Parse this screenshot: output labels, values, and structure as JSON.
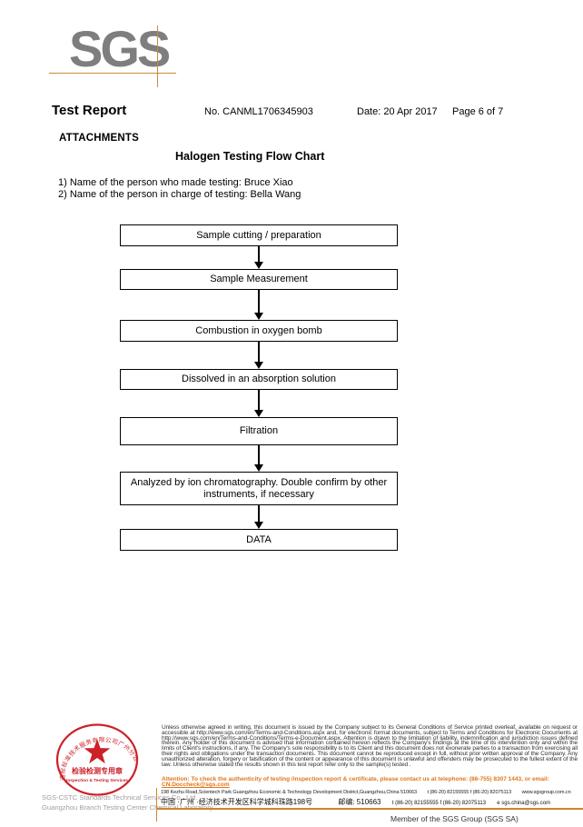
{
  "header": {
    "logo_text": "SGS",
    "title": "Test Report",
    "report_no": "No. CANML1706345903",
    "date": "Date: 20 Apr 2017",
    "page": "Page 6 of 7"
  },
  "attachments_label": "ATTACHMENTS",
  "chart_title": "Halogen Testing Flow Chart",
  "notes": [
    "1) Name of the person who made testing: Bruce Xiao",
    "2) Name of the person in charge of testing: Bella Wang"
  ],
  "flowchart": {
    "steps": [
      "Sample cutting / preparation",
      "Sample Measurement",
      "Combustion in oxygen bomb",
      "Dissolved in an absorption solution",
      "Filtration",
      "Analyzed by ion chromatography. Double confirm by other instruments, if necessary",
      "DATA"
    ]
  },
  "stamp": {
    "ring_text": "通标标准技术服务有限公司广州分公司",
    "seal_line1": "检验检测专用章",
    "seal_line2": "Inspection & Testing Services"
  },
  "footer": {
    "company_line1": "SGS-CSTC Standards Technical Services Co., Ltd.",
    "company_line2": "Guangzhou Branch Testing Center Chemical Laboratory",
    "legal_text": "Unless otherwise agreed in writing, this document is issued by the Company subject to its General Conditions of Service printed overleaf, available on request or accessible at http://www.sgs.com/en/Terms-and-Conditions.aspx and, for electronic format documents, subject to Terms and Conditions for Electronic Documents at http://www.sgs.com/en/Terms-and-Conditions/Terms-e-Document.aspx. Attention is drawn to the limitation of liability, indemnification and jurisdiction issues defined therein. Any holder of this document is advised that information contained hereon reflects the Company's findings at the time of its intervention only and within the limits of Client's instructions, if any. The Company's sole responsibility is to its Client and this document does not exonerate parties to a transaction from exercising all their rights and obligations under the transaction documents. This document cannot be reproduced except in full, without prior written approval of the Company. Any unauthorized alteration, forgery or falsification of the content or appearance of this document is unlawful and offenders may be prosecuted to the fullest extent of the law. Unless otherwise stated the results shown in this test report refer only to the sample(s) tested .",
    "attention_text": "Attention: To check the authenticity of testing /inspection report & certificate, please contact us at telephone: (86-755) 8307 1443, or email: ",
    "attention_email": "CN.Doccheck@sgs.com",
    "address_en": "198 Kezhu Road,Scientech Park Guangzhou Economic & Technology Development District,Guangzhou,China 510663",
    "address_en_tel": "t (86-20) 82155555  f (86-20) 82075113",
    "address_en_web": "www.sgsgroup.com.cn",
    "address_cn": "中国 ·广州 ·经济技术开发区科学城科珠路198号",
    "address_cn_post": "邮编: 510663",
    "address_cn_tel": "t (86-20) 82155555  f (86-20) 82075113",
    "address_cn_email": "e  sgs.china@sgs.com",
    "member_text": "Member of the SGS Group (SGS SA)"
  },
  "colors": {
    "logo_gray": "#7e7e7e",
    "accent_orange": "#d4822f",
    "stamp_red": "#cc2128",
    "attention_orange": "#e0761c"
  }
}
